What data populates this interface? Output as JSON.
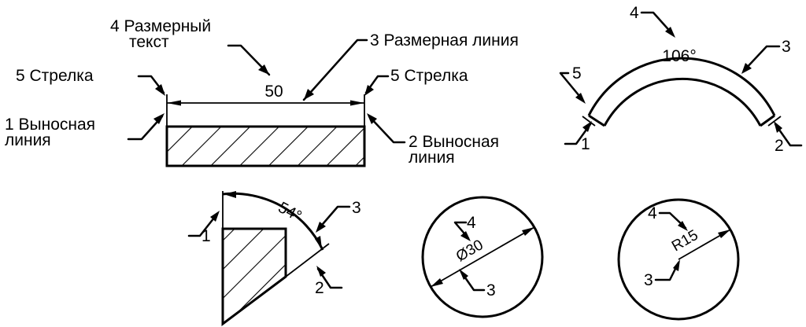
{
  "labels": {
    "dim_text_line1": "4 Размерный",
    "dim_text_line2": "текст",
    "dim_line": "3 Размерная линия",
    "arrow_left": "5 Стрелка",
    "arrow_right": "5 Стрелка",
    "ext_line_left_1": "1 Выносная",
    "ext_line_left_2": "линия",
    "ext_line_right_1": "2 Выносная",
    "ext_line_right_2": "линия",
    "value_50": "50",
    "arc_4": "4",
    "arc_value": "106°",
    "arc_3": "3",
    "arc_5": "5",
    "arc_1": "1",
    "arc_2": "2",
    "sector_value": "54°",
    "sector_3": "3",
    "sector_1": "1",
    "sector_2": "2",
    "diam_4": "4",
    "diam_value": "Ø30",
    "diam_3": "3",
    "rad_4": "4",
    "rad_value": "R15",
    "rad_3": "3"
  },
  "colors": {
    "ink": "#000000",
    "background": "#ffffff"
  }
}
